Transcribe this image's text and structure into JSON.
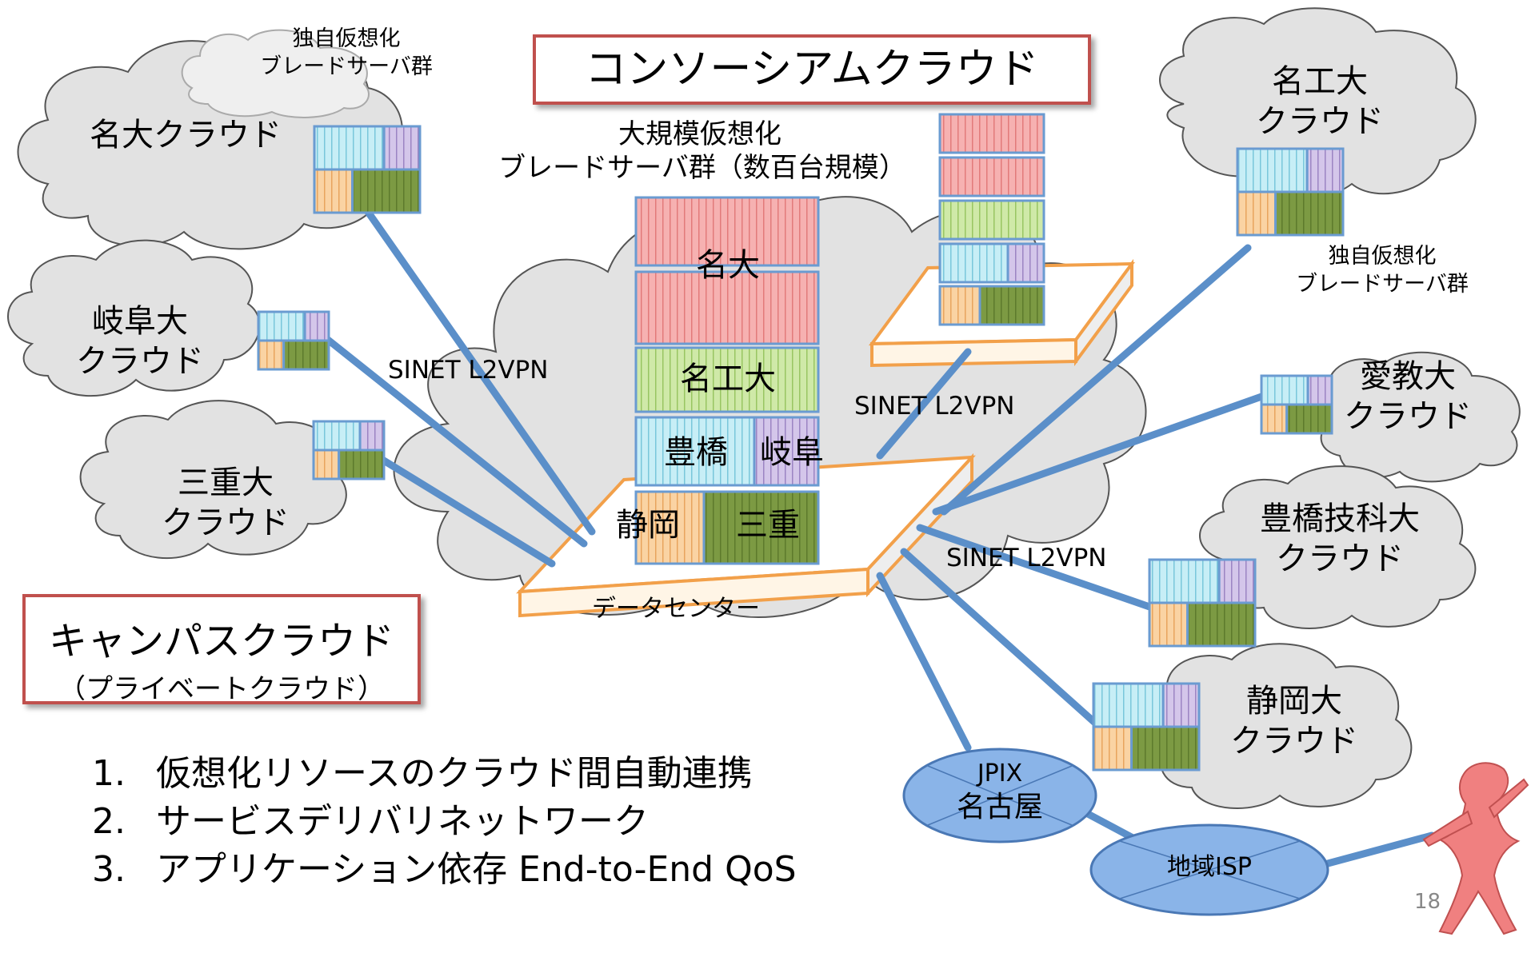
{
  "title": "コンソーシアムクラウド",
  "campus_box": {
    "line1": "キャンパスクラウド",
    "line2": "（プライベートクラウド）"
  },
  "center": {
    "server_label_line1": "大規模仮想化",
    "server_label_line2": "ブレードサーバ群（数百台規模）",
    "datacenter": "データセンター",
    "blocks": {
      "meidai": "名大",
      "meikodai": "名工大",
      "toyohashi": "豊橋",
      "gifu": "岐阜",
      "shizuoka": "静岡",
      "mie": "三重"
    }
  },
  "clouds": {
    "meidai": "名大クラウド",
    "gifu": [
      "岐阜大",
      "クラウド"
    ],
    "mie": [
      "三重大",
      "クラウド"
    ],
    "meikodai": [
      "名工大",
      "クラウド"
    ],
    "aikyo": [
      "愛教大",
      "クラウド"
    ],
    "toyohashi_gika": [
      "豊橋技科大",
      "クラウド"
    ],
    "shizuoka": [
      "静岡大",
      "クラウド"
    ]
  },
  "own_blade_left": [
    "独自仮想化",
    "ブレードサーバ群"
  ],
  "own_blade_right": [
    "独自仮想化",
    "ブレードサーバ群"
  ],
  "vpn_labels": [
    "SINET L2VPN",
    "SINET L2VPN",
    "SINET L2VPN"
  ],
  "jpix": [
    "JPIX",
    "名古屋"
  ],
  "isp": "地域ISP",
  "list": [
    {
      "num": "1.",
      "text": "仮想化リソースのクラウド間自動連携"
    },
    {
      "num": "2.",
      "text": "サービスデリバリネットワーク"
    },
    {
      "num": "3.",
      "text": "アプリケーション依存 End-to-End QoS"
    }
  ],
  "page_number": "18",
  "colors": {
    "accent_red": "#c0504d",
    "line_blue": "#5b8fc9",
    "platform_orange": "#f2a04a",
    "block_red": "#f4a6a6",
    "block_green": "#c7e59e",
    "block_cyan": "#bfeaf3",
    "block_purple": "#c9b7e0",
    "block_orange": "#f8c88f",
    "block_olive": "#79943f",
    "cloud_gray": "#e0e0e0",
    "jpix_blue": "#8ab4e8"
  }
}
